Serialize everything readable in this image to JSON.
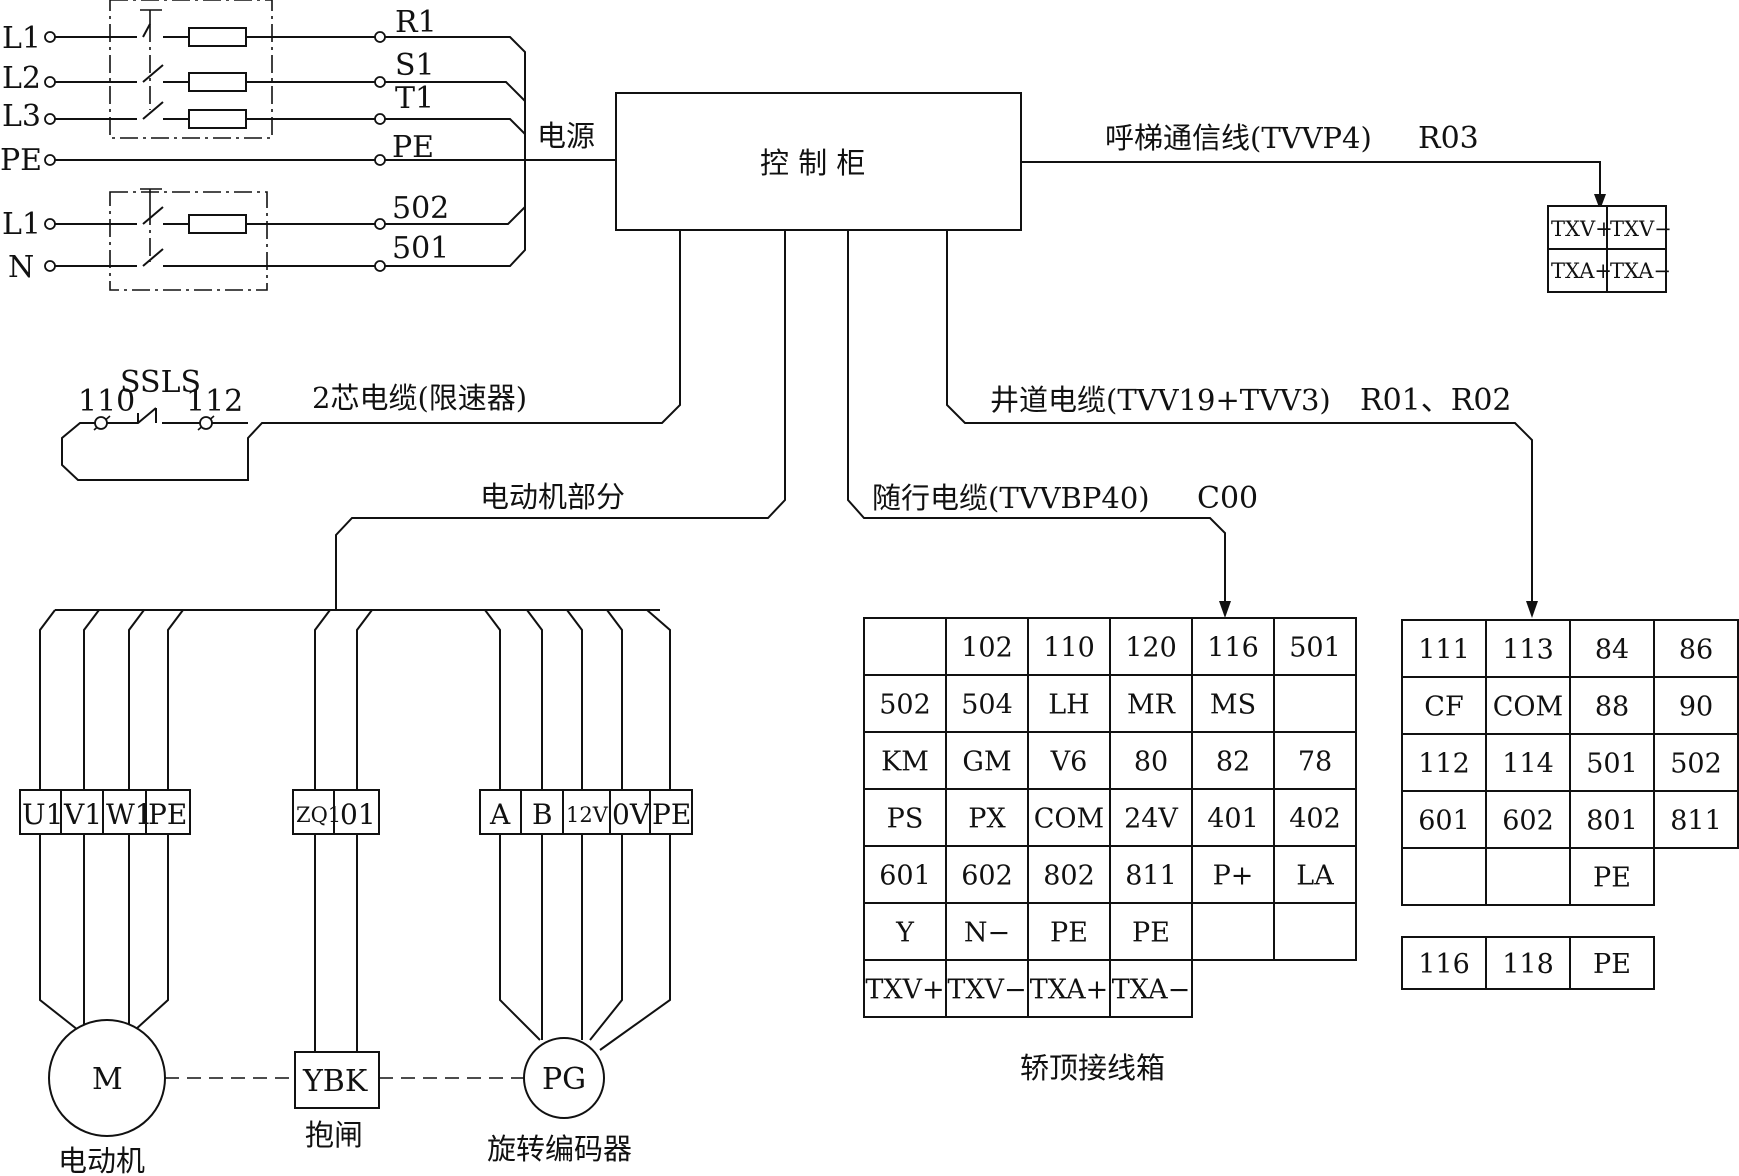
{
  "power": {
    "inputs": [
      "L1",
      "L2",
      "L3",
      "PE",
      "L1",
      "N"
    ],
    "outputs": [
      "R1",
      "S1",
      "T1",
      "PE",
      "502",
      "501"
    ],
    "label": "电源"
  },
  "cabinet": {
    "label": "控 制 柜"
  },
  "hall_call": {
    "label": "呼梯通信线(TVVP4)",
    "code": "R03",
    "terminals": [
      "TXV+",
      "TXV−",
      "TXA+",
      "TXA−"
    ]
  },
  "governor": {
    "switch": "SSLS",
    "t1": "110",
    "t2": "112",
    "cable": "2芯电缆(限速器)"
  },
  "motor_section": {
    "label": "电动机部分",
    "motor_terms": [
      "U1",
      "V1",
      "W1",
      "PE"
    ],
    "brake_terms": [
      "ZQ1",
      "01"
    ],
    "encoder_terms": [
      "A",
      "B",
      "12V",
      "0V",
      "PE"
    ],
    "motor": "M",
    "motor_caption": "电动机",
    "brake": "YBK",
    "brake_caption": "抱闸",
    "encoder": "PG",
    "encoder_caption": "旋转编码器"
  },
  "travel_cable": {
    "label": "随行电缆(TVVBP40)",
    "code": "C00",
    "grid": [
      [
        "",
        "102",
        "110",
        "120",
        "116",
        "501"
      ],
      [
        "502",
        "504",
        "LH",
        "MR",
        "MS",
        ""
      ],
      [
        "KM",
        "GM",
        "V6",
        "80",
        "82",
        "78"
      ],
      [
        "PS",
        "PX",
        "COM",
        "24V",
        "401",
        "402"
      ],
      [
        "601",
        "602",
        "802",
        "811",
        "P+",
        "LA"
      ],
      [
        "Y",
        "N−",
        "PE",
        "PE",
        "",
        ""
      ],
      [
        "TXV+",
        "TXV−",
        "TXA+",
        "TXA−"
      ]
    ],
    "caption": "轿顶接线箱"
  },
  "shaft_cable": {
    "label": "井道电缆(TVV19+TVV3)",
    "code": "R01、R02",
    "grid": [
      [
        "111",
        "113",
        "84",
        "86"
      ],
      [
        "CF",
        "COM",
        "88",
        "90"
      ],
      [
        "112",
        "114",
        "501",
        "502"
      ],
      [
        "601",
        "602",
        "801",
        "811"
      ],
      [
        "",
        "",
        "PE"
      ]
    ],
    "grid2": [
      "116",
      "118",
      "PE"
    ]
  }
}
